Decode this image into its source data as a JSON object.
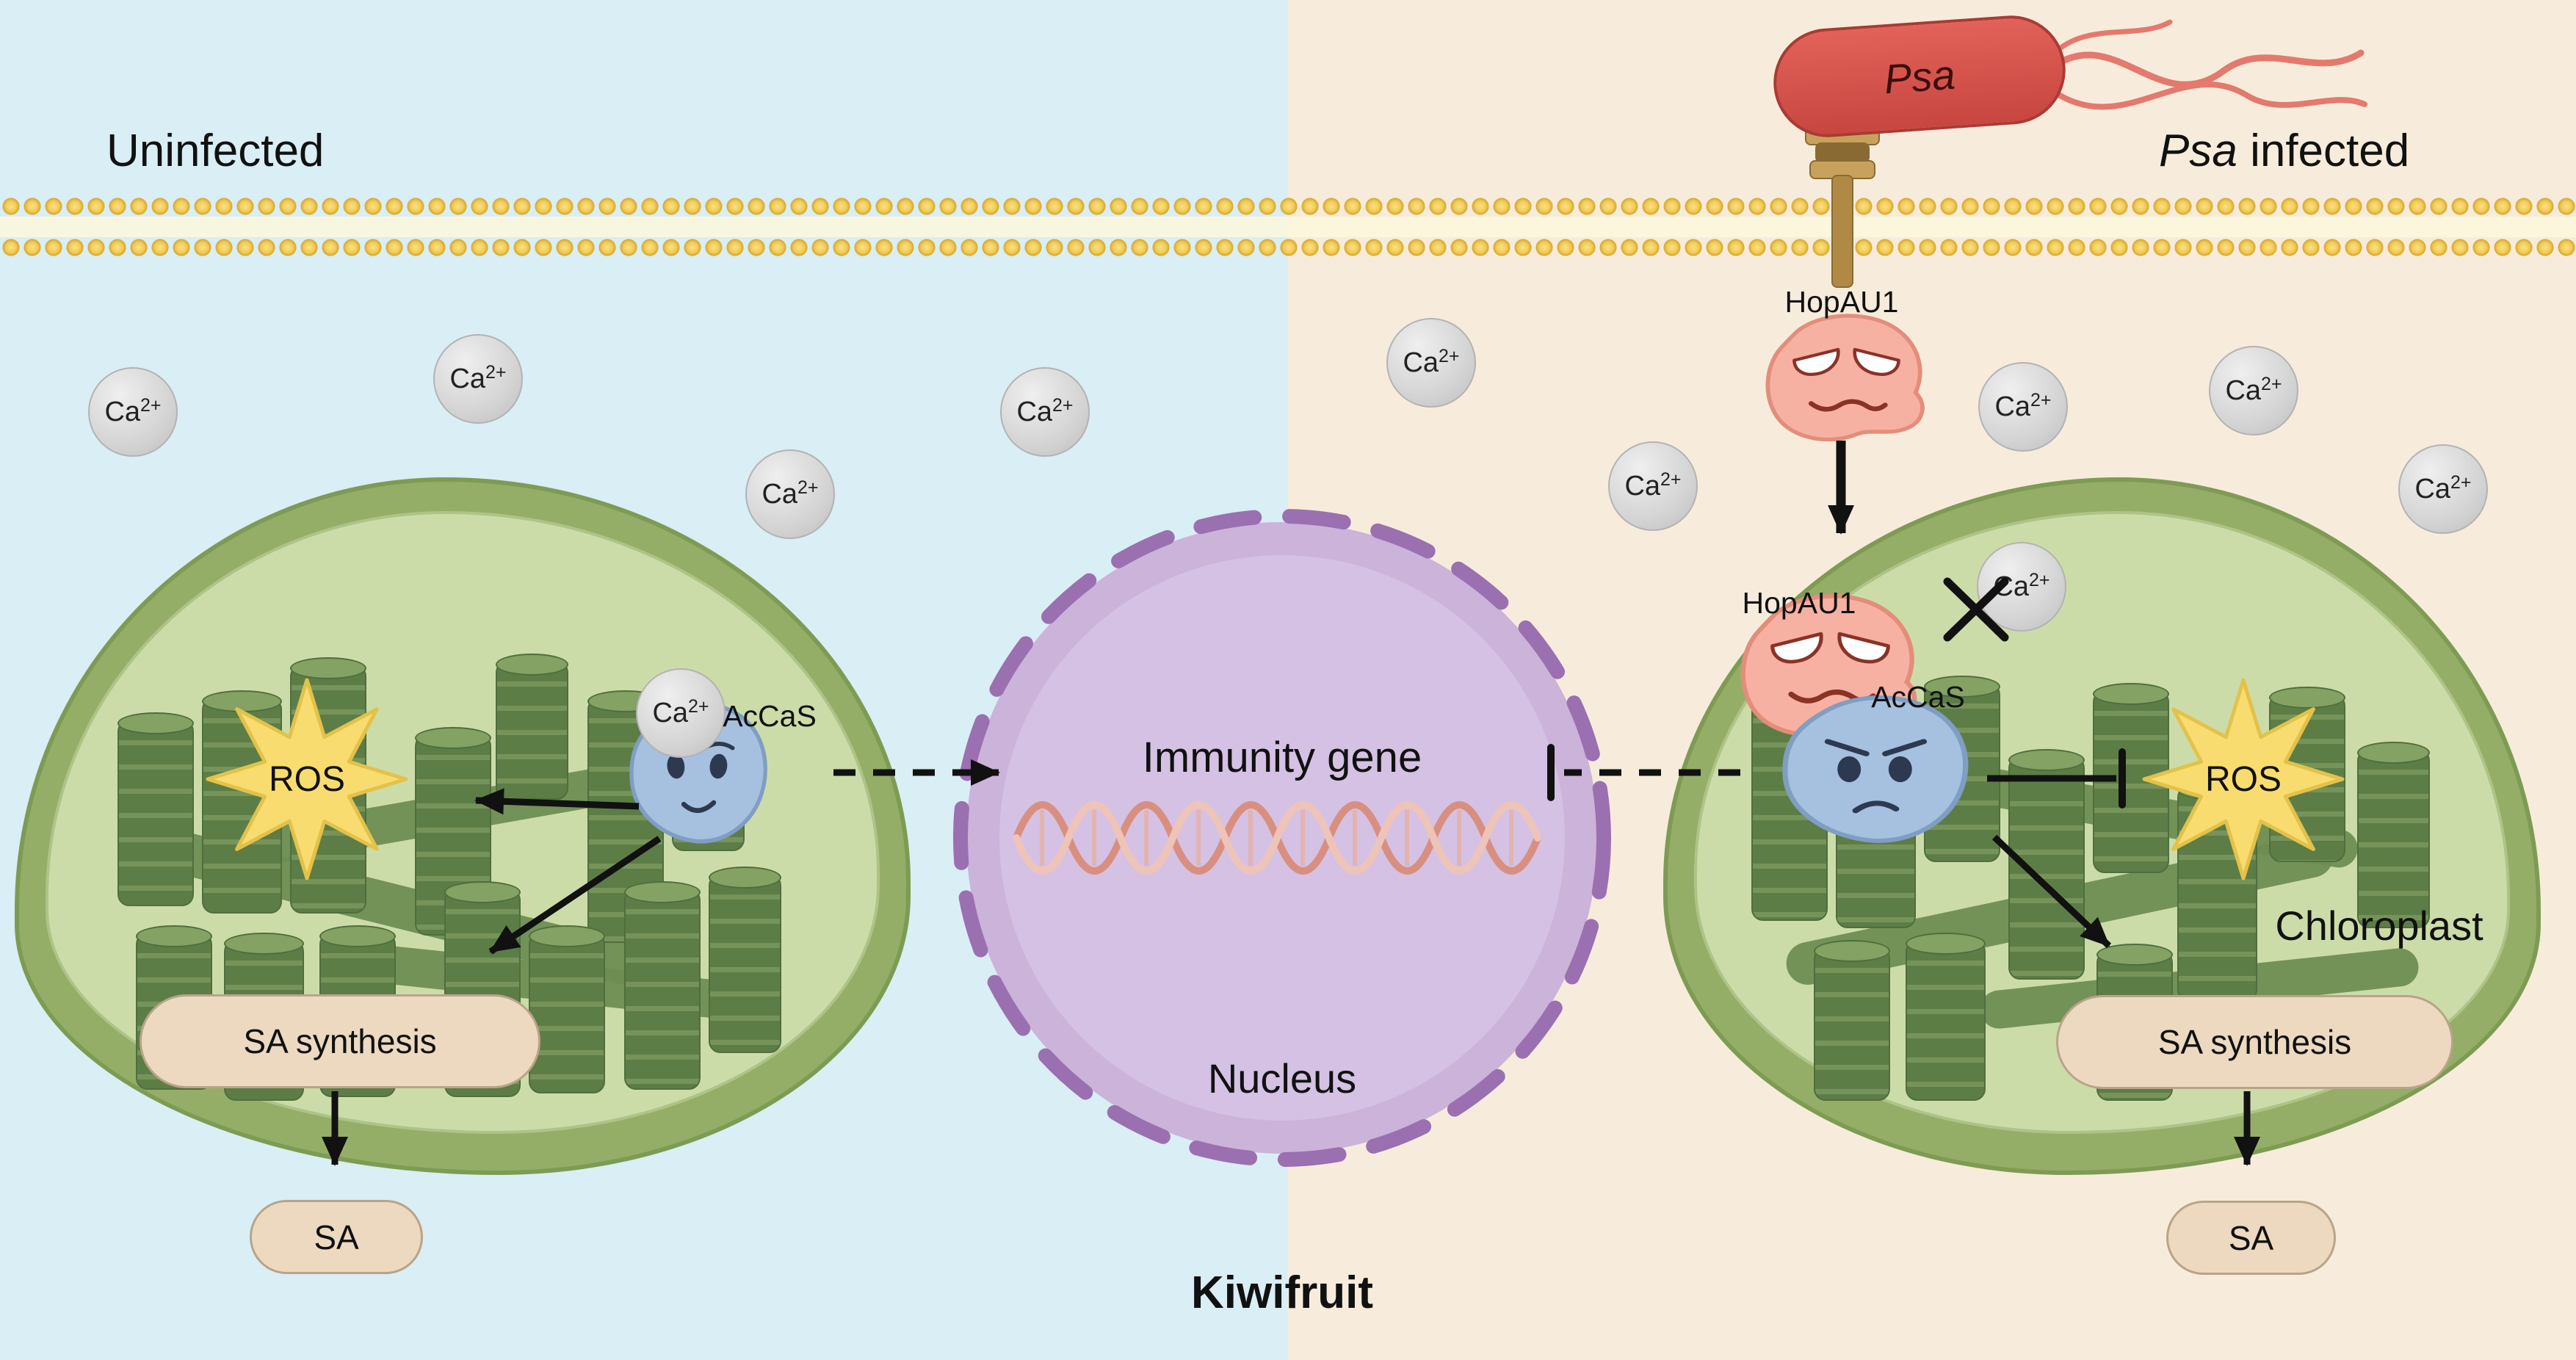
{
  "header": {
    "left": "Uninfected",
    "right_italic": "Psa",
    "right_rest": " infected"
  },
  "bottom_label": "Kiwifruit",
  "bacterium": {
    "label": "Psa"
  },
  "effector": {
    "label": "HopAU1"
  },
  "sensor": {
    "label": "AcCaS"
  },
  "ion": {
    "symbol": "Ca",
    "charge": "2+"
  },
  "nucleus": {
    "title": "Immunity gene",
    "label": "Nucleus"
  },
  "organelle": {
    "label": "Chloroplast"
  },
  "left_panel": {
    "ros": "ROS",
    "sa_synthesis": "SA synthesis",
    "sa": "SA"
  },
  "right_panel": {
    "ros": "ROS",
    "sa_synthesis": "SA synthesis",
    "sa": "SA"
  },
  "colors": {
    "uninfected_bg": "#d9eef5",
    "infected_bg": "#f7ecdb",
    "bacterium": "#d8534e",
    "effector_blob": "#f6b1a2",
    "sensor_blob": "#a6c0df",
    "nucleus_fill": "#cbb3da",
    "nucleus_rim": "#9a70b1",
    "chloroplast_outer": "#94ae67",
    "chloroplast_inner": "#ccdca9",
    "granum": "#5d7d47",
    "ros_star": "#f8dc6f",
    "membrane_bead": "#f2cd57",
    "pill": "#ecd9c0",
    "calcium": "#d2d2d2"
  }
}
